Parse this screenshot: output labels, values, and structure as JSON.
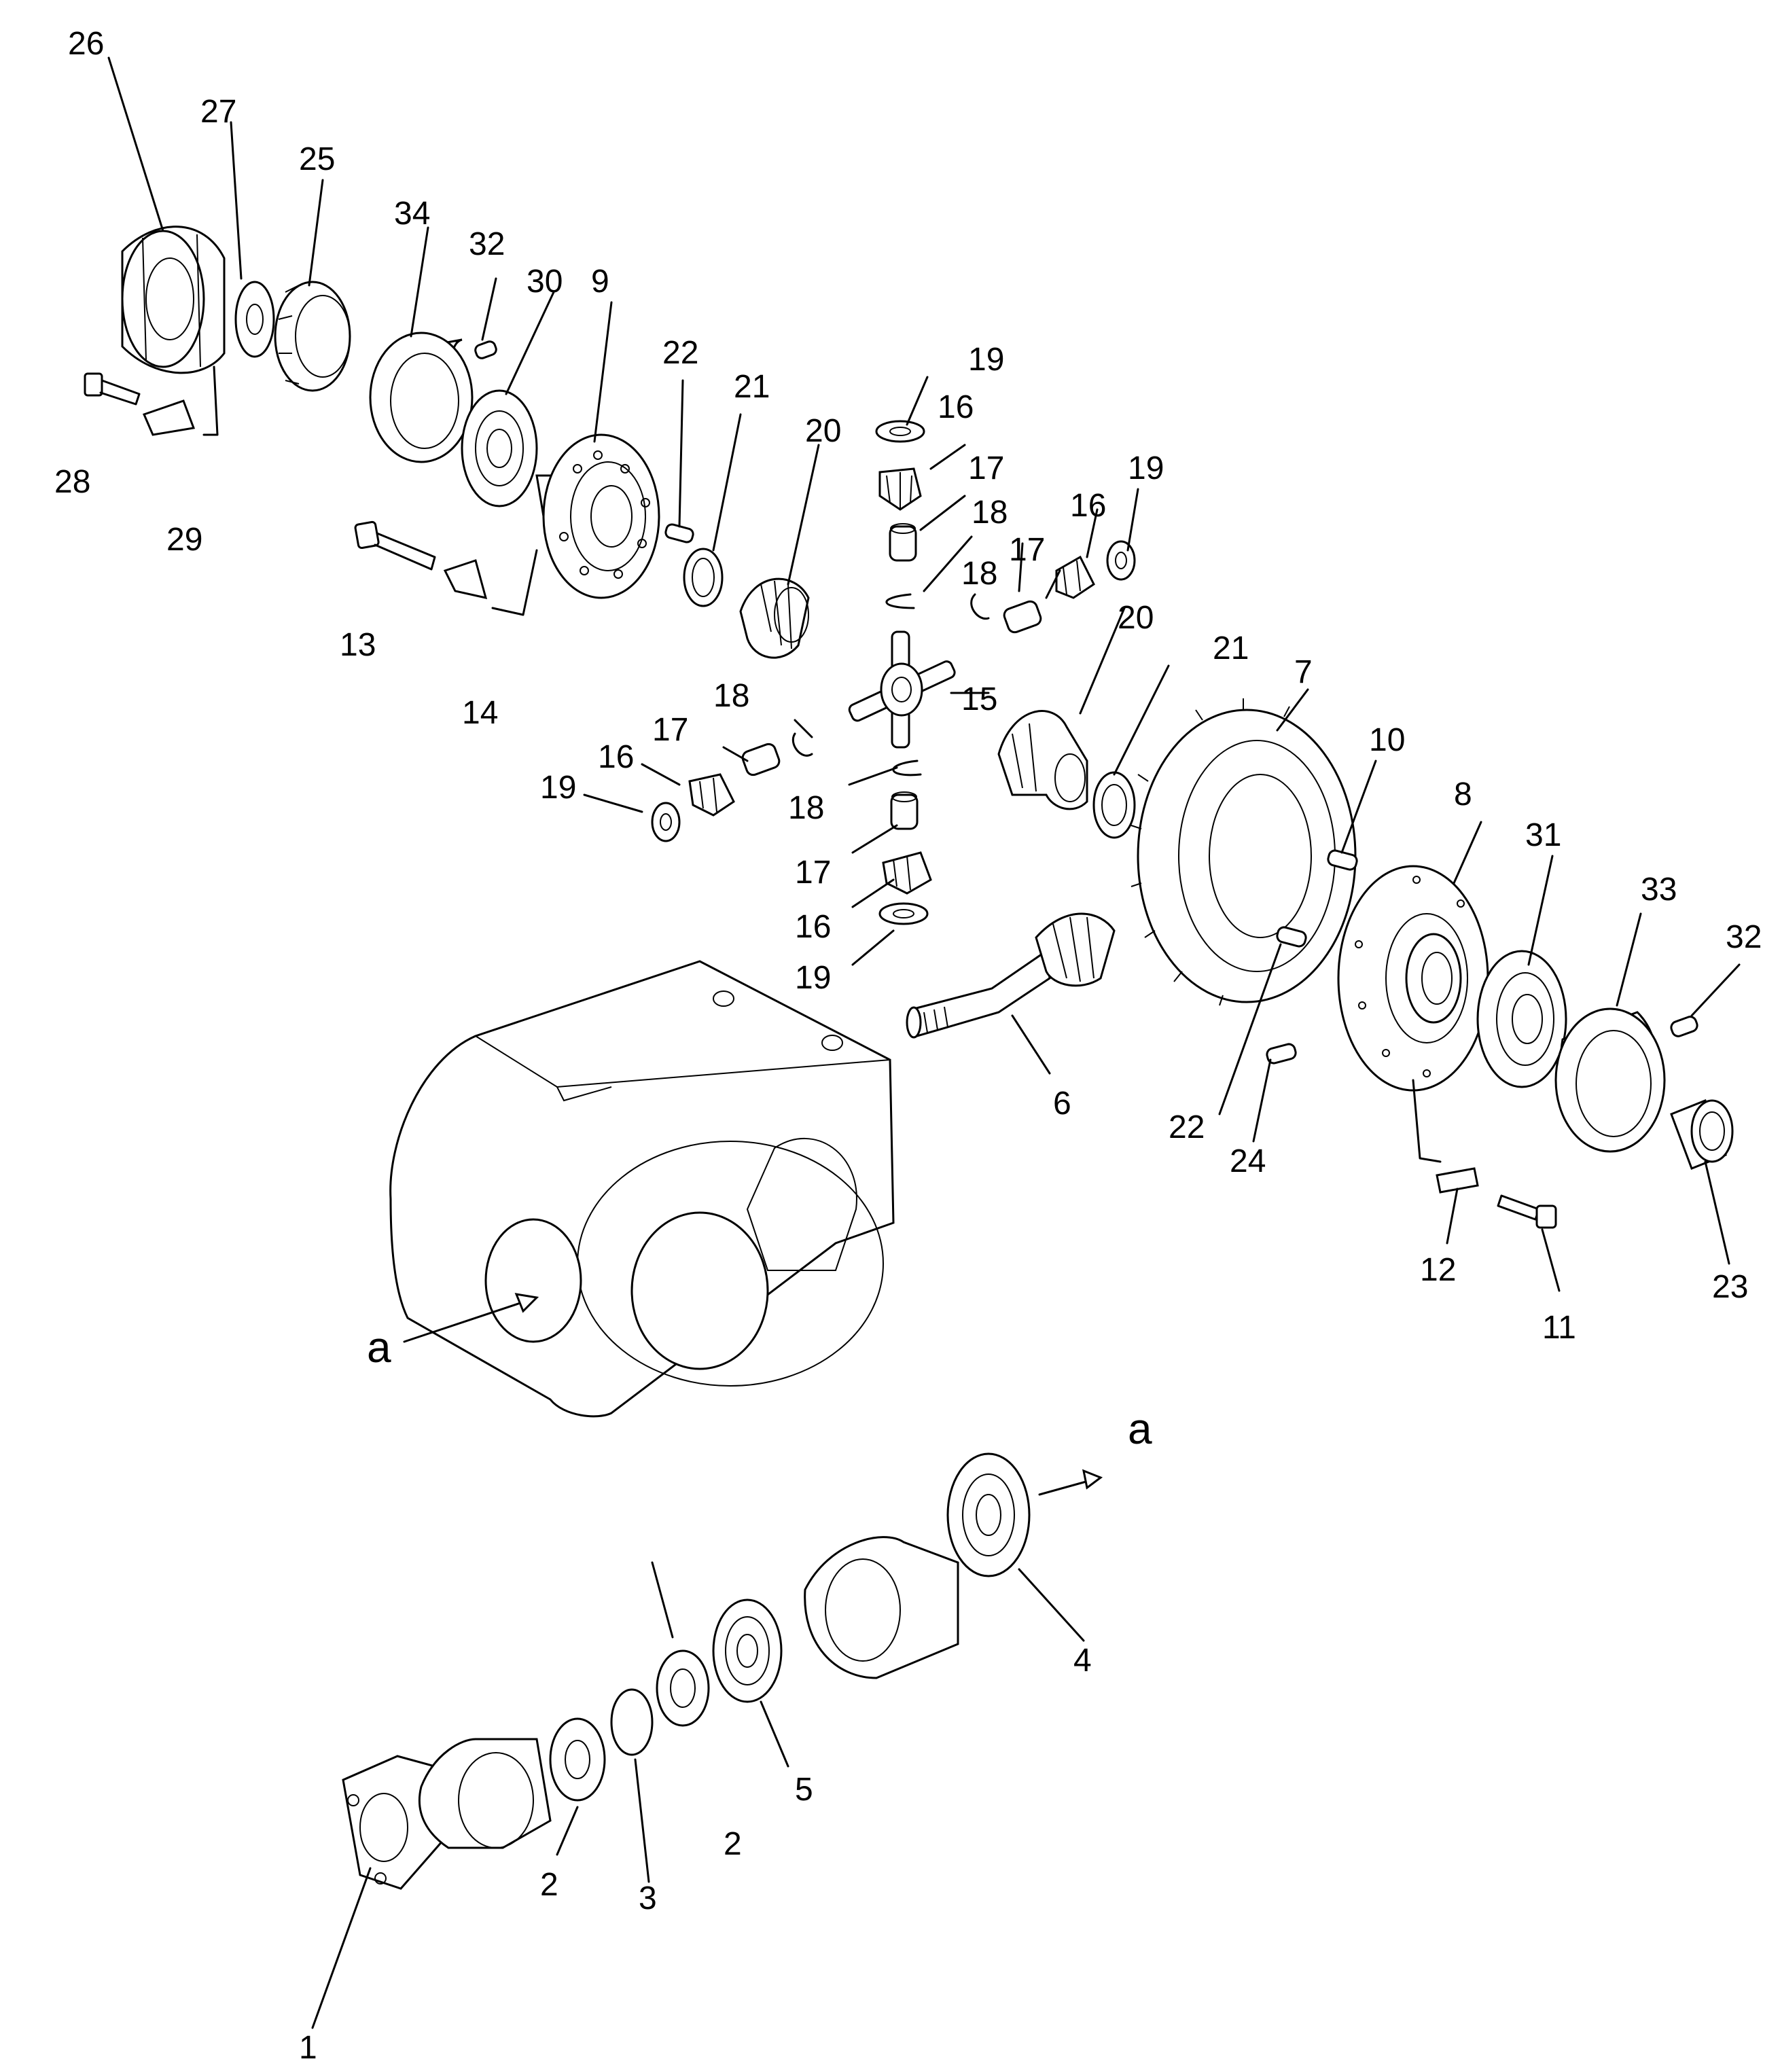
{
  "diagram": {
    "callouts": [
      "1",
      "2",
      "2",
      "3",
      "4",
      "5",
      "6",
      "7",
      "8",
      "9",
      "10",
      "11",
      "12",
      "13",
      "14",
      "15",
      "16",
      "16",
      "16",
      "16",
      "17",
      "17",
      "17",
      "17",
      "18",
      "18",
      "18",
      "18",
      "19",
      "19",
      "19",
      "19",
      "20",
      "20",
      "21",
      "21",
      "22",
      "22",
      "23",
      "24",
      "25",
      "26",
      "27",
      "28",
      "29",
      "30",
      "31",
      "32",
      "32",
      "33",
      "34"
    ],
    "view_letters": [
      "a",
      "a"
    ]
  }
}
